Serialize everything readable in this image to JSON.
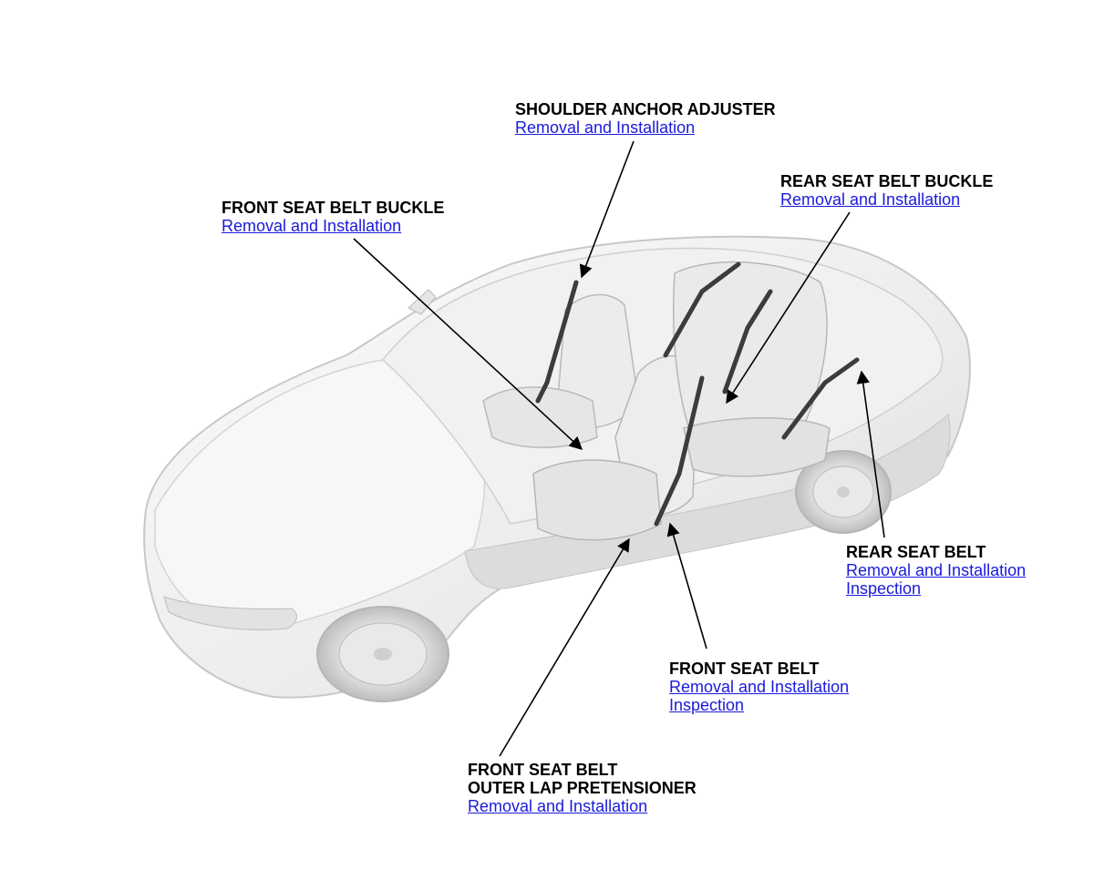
{
  "colors": {
    "link": "#1a1adc",
    "title": "#000000",
    "leader_line": "#000000",
    "car_body": "#efefef",
    "car_shade": "#cfcfcf"
  },
  "callouts": {
    "shoulder_anchor_adjuster": {
      "title": "SHOULDER ANCHOR ADJUSTER",
      "links": [
        "Removal and Installation"
      ]
    },
    "front_seat_belt_buckle": {
      "title": "FRONT SEAT BELT BUCKLE",
      "links": [
        "Removal and Installation"
      ]
    },
    "rear_seat_belt_buckle": {
      "title": "REAR SEAT BELT BUCKLE",
      "links": [
        "Removal and Installation"
      ]
    },
    "rear_seat_belt": {
      "title": "REAR SEAT BELT",
      "links": [
        "Removal and Installation",
        "Inspection"
      ]
    },
    "front_seat_belt": {
      "title": "FRONT SEAT BELT",
      "links": [
        "Removal and Installation",
        "Inspection"
      ]
    },
    "front_seat_belt_outer_lap_pretensioner": {
      "title_line1": "FRONT SEAT BELT",
      "title_line2": "OUTER LAP PRETENSIONER",
      "links": [
        "Removal and Installation"
      ]
    }
  }
}
